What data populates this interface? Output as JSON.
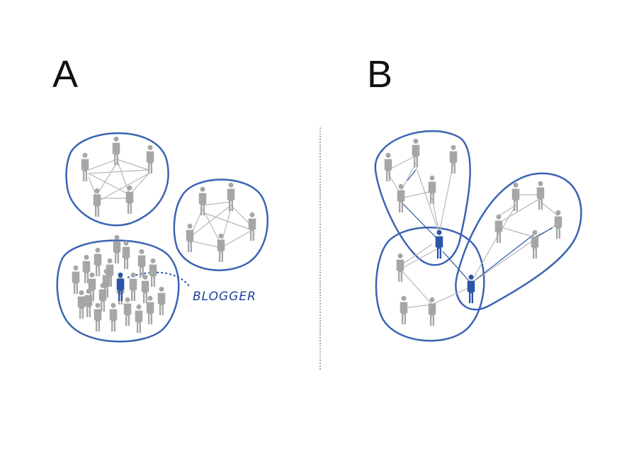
{
  "panels": {
    "a": {
      "letter": "A"
    },
    "b": {
      "letter": "B"
    }
  },
  "labels": {
    "blogger": "BLOGGER"
  },
  "colors": {
    "person_gray": "#a6a6a6",
    "person_highlight": "#2a55a8",
    "cluster_outline": "#3a64b3",
    "link_gray": "#b7b7b7",
    "link_blue": "#2a55a8",
    "label_blue": "#1f3f9a",
    "divider": "#aaaaaa"
  },
  "icons": {
    "person": "person-icon"
  }
}
